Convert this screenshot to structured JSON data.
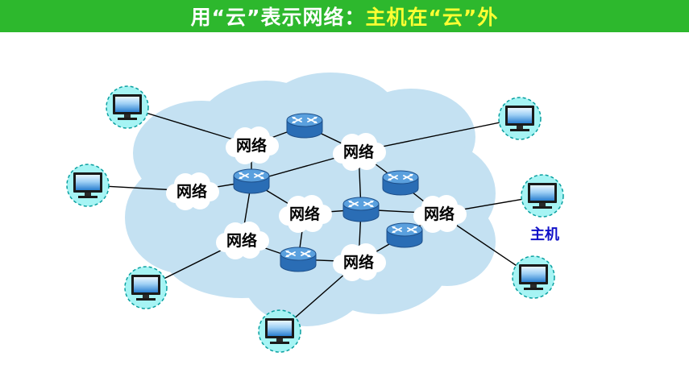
{
  "title": {
    "part1": "用“云”表示网络：",
    "part2": "主机在“云”外"
  },
  "colors": {
    "title_bg": "#2db82d",
    "title_text": "#ffffff",
    "title_highlight": "#ffff33",
    "cloud_fill": "#c4e1f2",
    "host_label": "#1010c8",
    "router_top": "#5aa0de",
    "router_side": "#2a6db5"
  },
  "diagram": {
    "network_label": "网络",
    "host_label": "主机",
    "network_count": 7,
    "router_count": 6,
    "host_count": 7
  }
}
